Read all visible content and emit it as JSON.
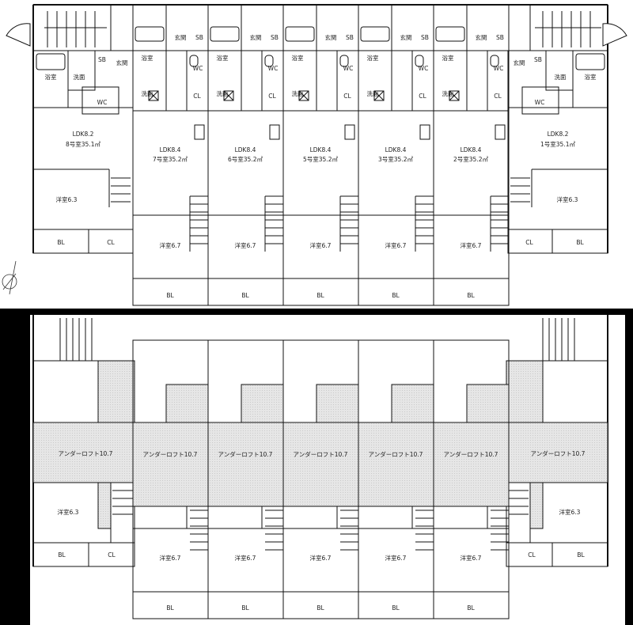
{
  "upper": {
    "end_units": [
      {
        "ldk": "LDK8.2",
        "room": "8号室35.1㎡",
        "yoshitsu": "洋室6.3",
        "bl": "BL",
        "cl": "CL",
        "bath": "浴室",
        "wash": "洗面",
        "wc": "WC",
        "sb": "SB",
        "entry": "玄関"
      },
      {
        "ldk": "LDK8.2",
        "room": "1号室35.1㎡",
        "yoshitsu": "洋室6.3",
        "bl": "BL",
        "cl": "CL",
        "bath": "浴室",
        "wash": "洗面",
        "wc": "WC",
        "sb": "SB",
        "entry": "玄関"
      }
    ],
    "middle_units": [
      {
        "ldk": "LDK8.4",
        "room": "7号室35.2㎡",
        "yoshitsu": "洋室6.7",
        "bl": "BL",
        "cl": "CL",
        "bath": "浴室",
        "wash": "洗面",
        "wc": "WC",
        "sb": "SB",
        "entry": "玄関"
      },
      {
        "ldk": "LDK8.4",
        "room": "6号室35.2㎡",
        "yoshitsu": "洋室6.7",
        "bl": "BL",
        "cl": "CL",
        "bath": "浴室",
        "wash": "洗面",
        "wc": "WC",
        "sb": "SB",
        "entry": "玄関"
      },
      {
        "ldk": "LDK8.4",
        "room": "5号室35.2㎡",
        "yoshitsu": "洋室6.7",
        "bl": "BL",
        "cl": "CL",
        "bath": "浴室",
        "wash": "洗面",
        "wc": "WC",
        "sb": "SB",
        "entry": "玄関"
      },
      {
        "ldk": "LDK8.4",
        "room": "3号室35.2㎡",
        "yoshitsu": "洋室6.7",
        "bl": "BL",
        "cl": "CL",
        "bath": "浴室",
        "wash": "洗面",
        "wc": "WC",
        "sb": "SB",
        "entry": "玄関"
      },
      {
        "ldk": "LDK8.4",
        "room": "2号室35.2㎡",
        "yoshitsu": "洋室6.7",
        "bl": "BL",
        "cl": "CL",
        "bath": "浴室",
        "wash": "洗面",
        "wc": "WC",
        "sb": "SB",
        "entry": "玄関"
      }
    ]
  },
  "lower": {
    "end_units": [
      {
        "loft": "アンダーロフト10.7",
        "yoshitsu": "洋室6.3",
        "bl": "BL",
        "cl": "CL"
      },
      {
        "loft": "アンダーロフト10.7",
        "yoshitsu": "洋室6.3",
        "bl": "BL",
        "cl": "CL"
      }
    ],
    "middle_units": [
      {
        "loft": "アンダーロフト10.7",
        "yoshitsu": "洋室6.7",
        "bl": "BL"
      },
      {
        "loft": "アンダーロフト10.7",
        "yoshitsu": "洋室6.7",
        "bl": "BL"
      },
      {
        "loft": "アンダーロフト10.7",
        "yoshitsu": "洋室6.7",
        "bl": "BL"
      },
      {
        "loft": "アンダーロフト10.7",
        "yoshitsu": "洋室6.7",
        "bl": "BL"
      },
      {
        "loft": "アンダーロフト10.7",
        "yoshitsu": "洋室6.7",
        "bl": "BL"
      }
    ]
  },
  "colors": {
    "line": "#111111",
    "loft_fill": "#dcdcdc",
    "divider": "#000000",
    "background": "#ffffff"
  }
}
